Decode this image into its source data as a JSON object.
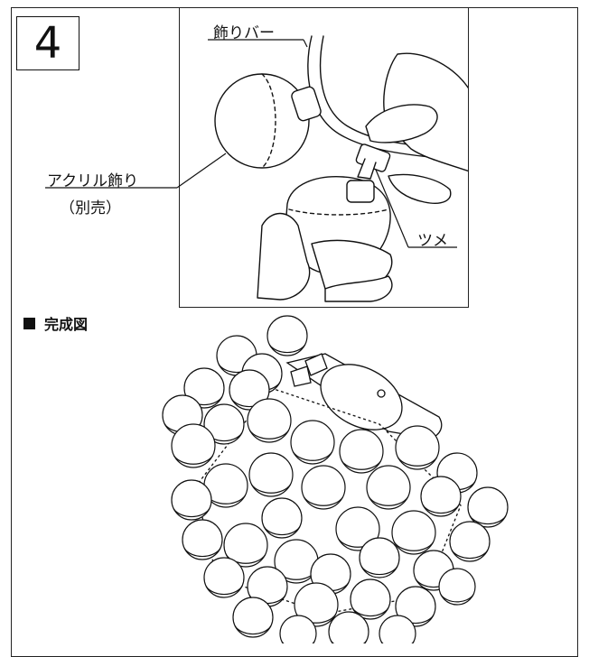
{
  "step": {
    "number": "4"
  },
  "labels": {
    "decoration_bar": "飾りバー",
    "acrylic_decoration": "アクリル飾り",
    "sold_separately": "（別売）",
    "claw": "ツメ"
  },
  "completed_view": {
    "square_icon": "black-square-icon",
    "title": "完成図"
  }
}
